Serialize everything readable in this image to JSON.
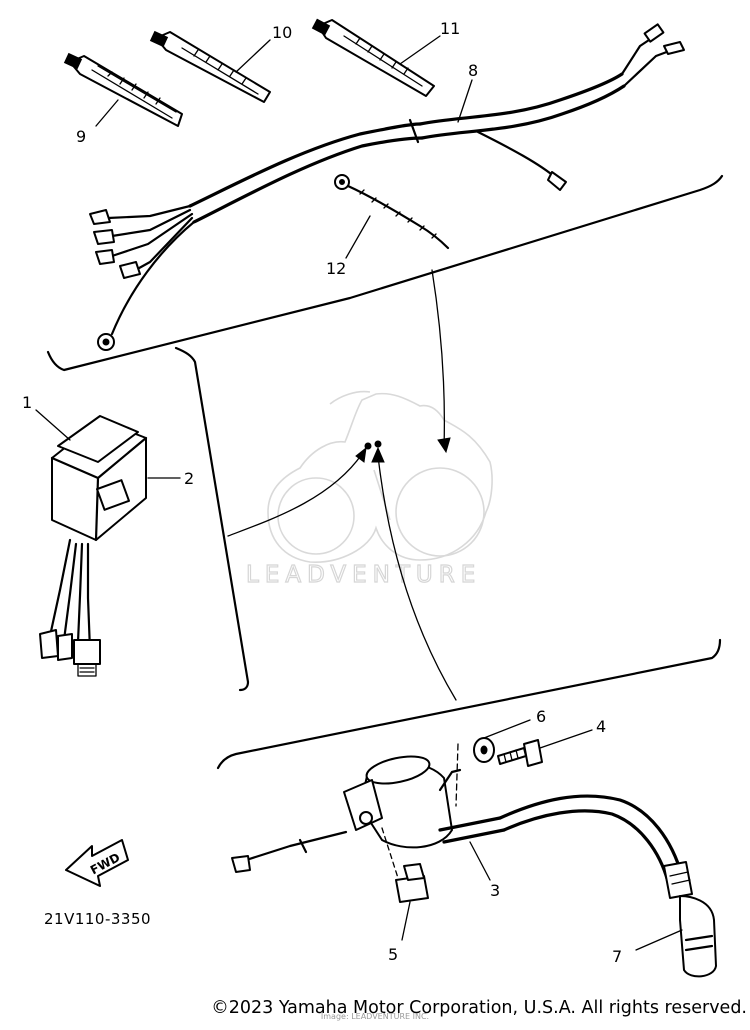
{
  "diagram": {
    "drawing_code": "21V110-3350",
    "fwd_label": "FWD",
    "watermark": "LEADVENTURE",
    "watermark_sub": "Image: LEADVENTURE INC.",
    "callouts": {
      "c1": "1",
      "c2": "2",
      "c3": "3",
      "c4": "4",
      "c5": "5",
      "c6": "6",
      "c7": "7",
      "c8": "8",
      "c9": "9",
      "c10": "10",
      "c11": "11",
      "c12": "12"
    }
  },
  "footer": {
    "copyright": "©2023 Yamaha Motor Corporation, U.S.A. All rights reserved."
  }
}
